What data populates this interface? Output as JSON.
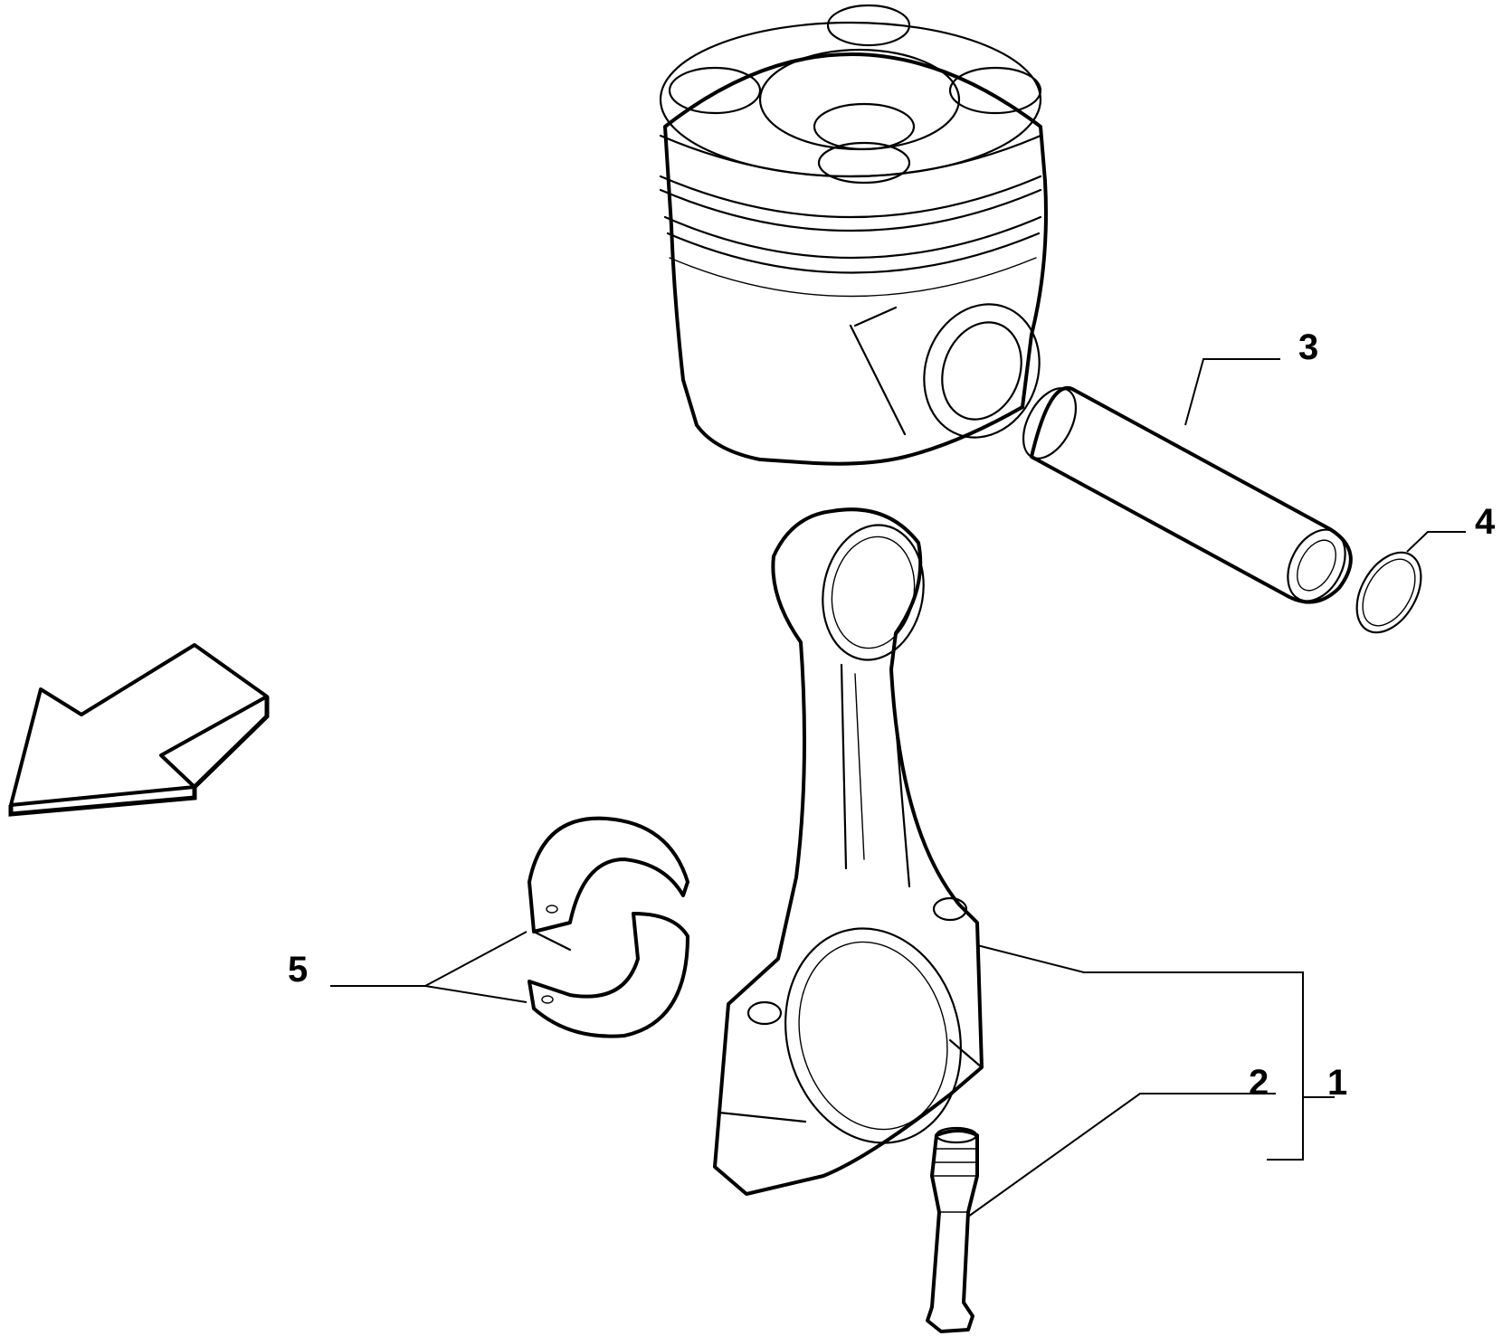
{
  "diagram": {
    "callouts": [
      {
        "id": "1",
        "label": "1"
      },
      {
        "id": "2",
        "label": "2"
      },
      {
        "id": "3",
        "label": "3"
      },
      {
        "id": "4",
        "label": "4"
      },
      {
        "id": "5",
        "label": "5"
      }
    ],
    "colors": {
      "line": "#000000",
      "background": "#ffffff"
    },
    "icons": [
      "direction-arrow-icon"
    ]
  }
}
